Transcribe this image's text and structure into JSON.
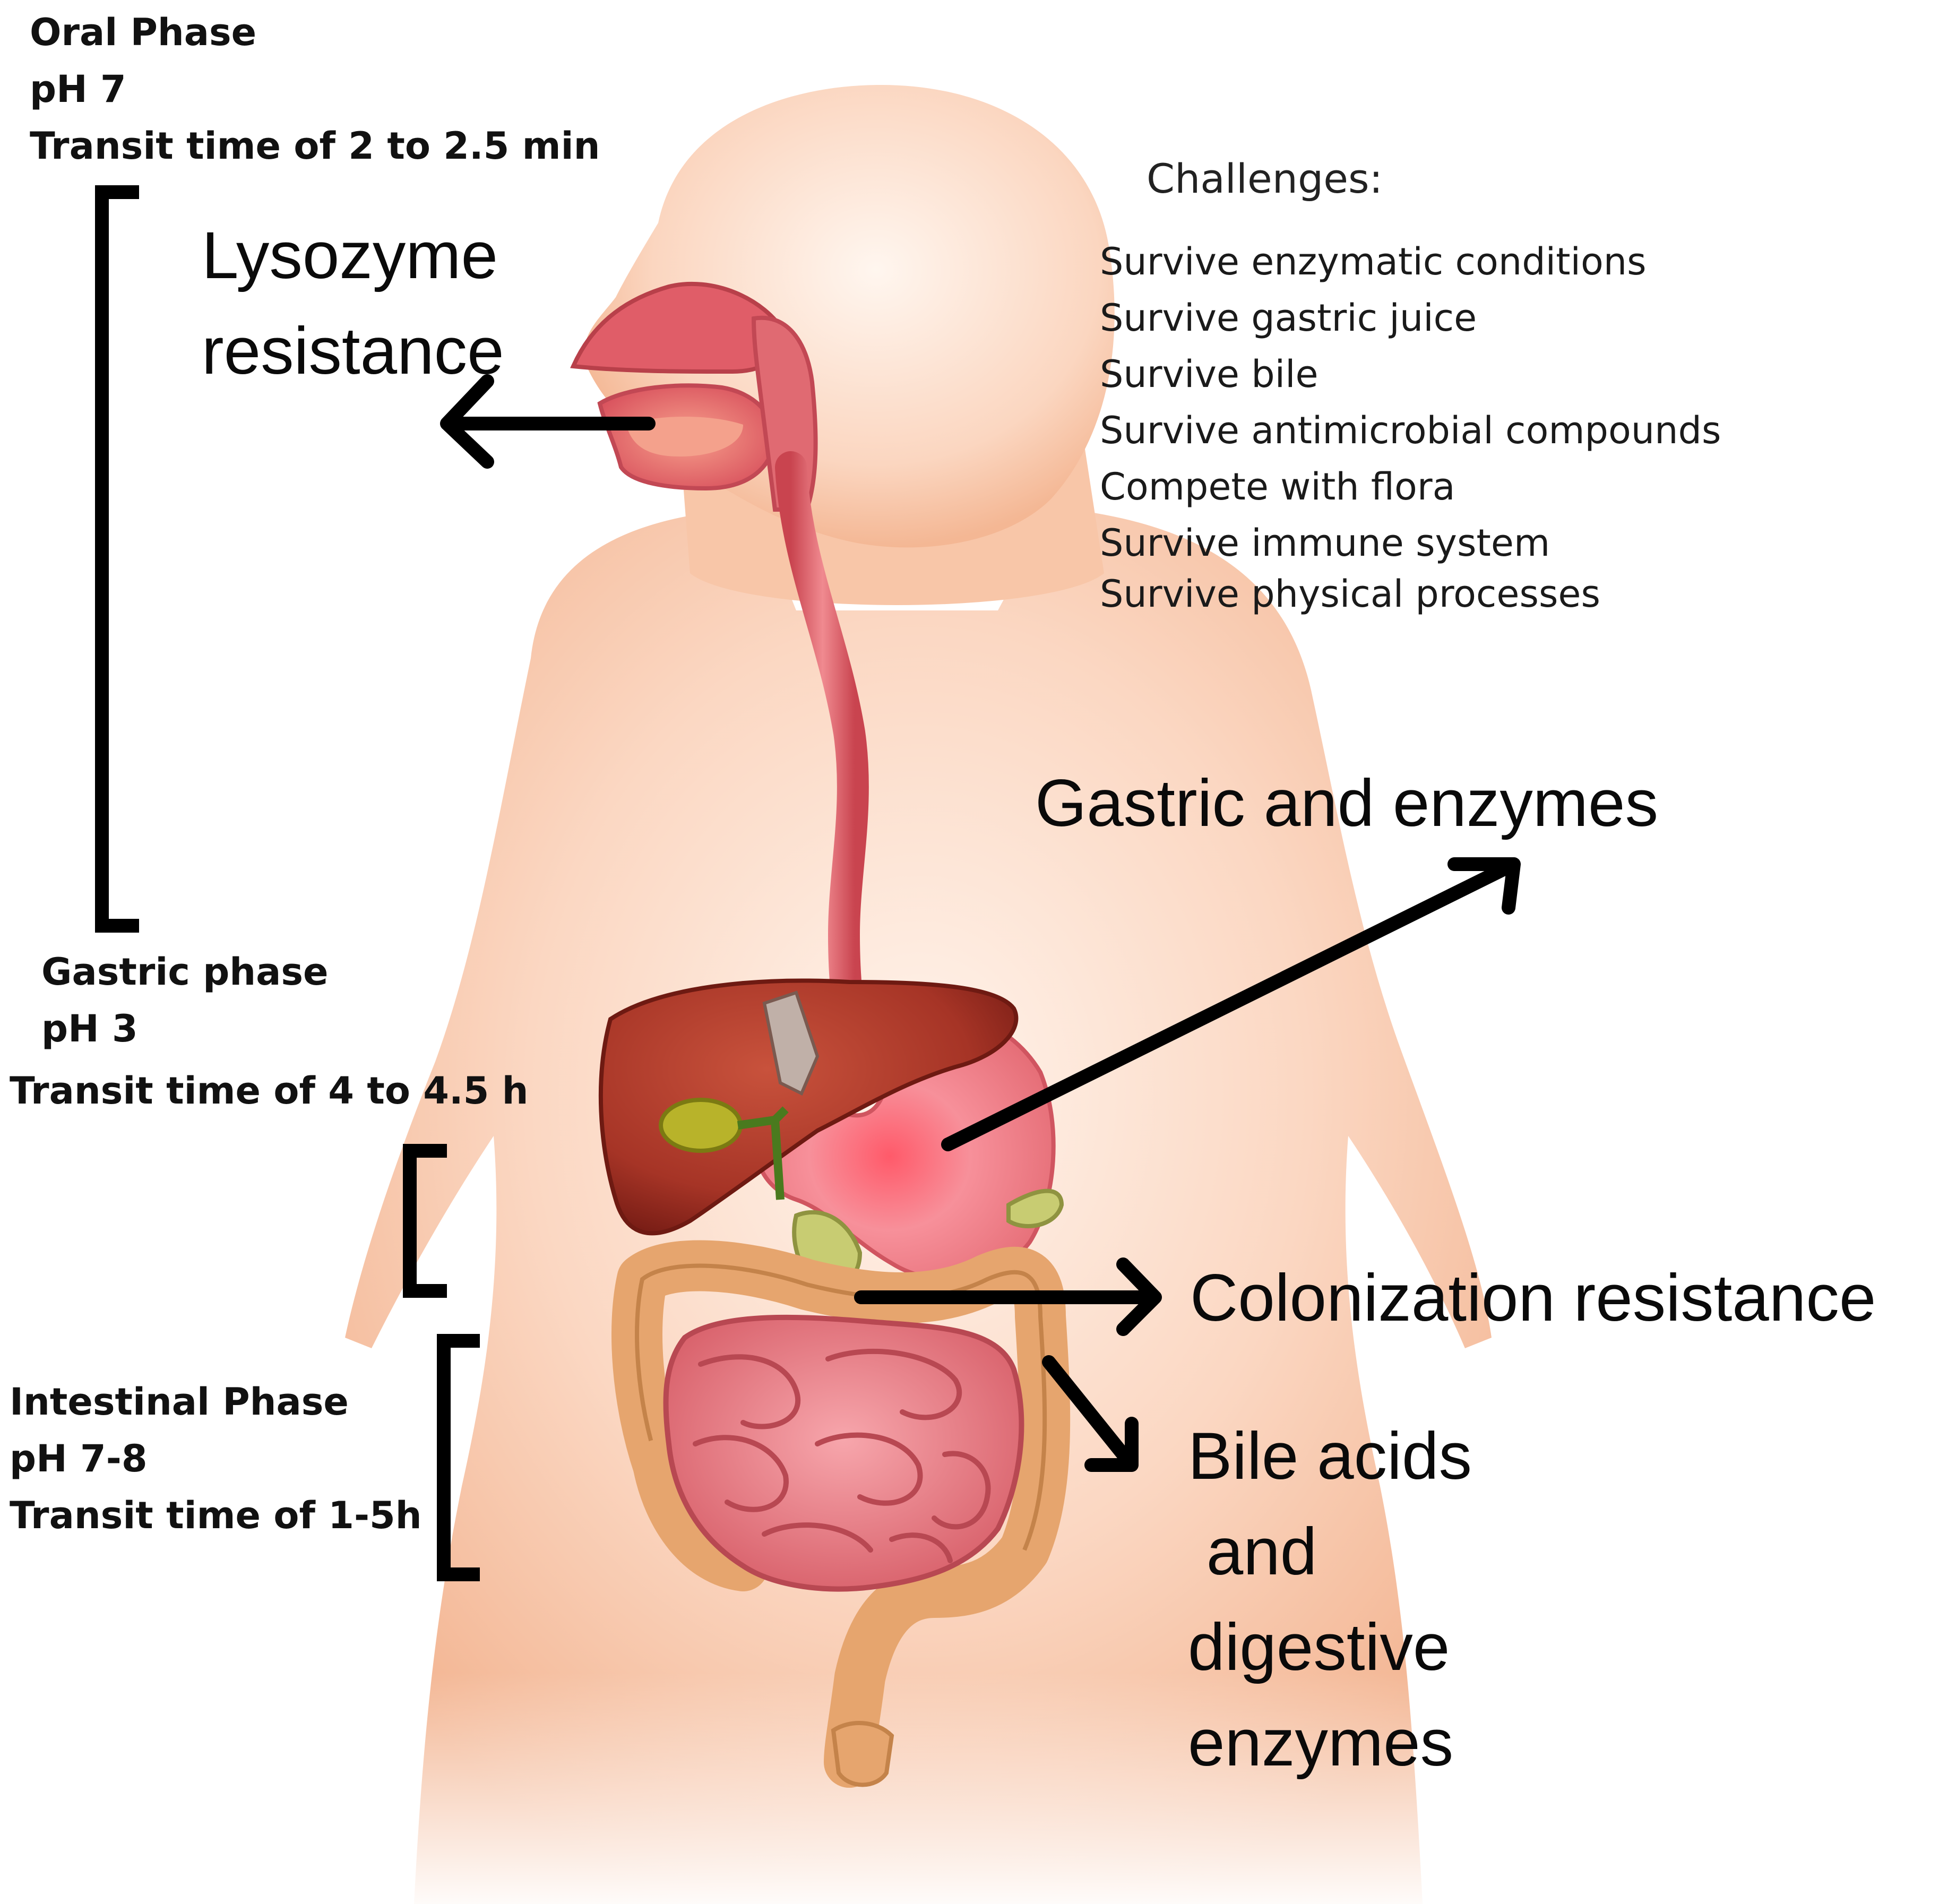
{
  "phases": {
    "oral": {
      "name": "Oral Phase",
      "ph": "pH 7",
      "transit": "Transit time of 2 to 2.5 min"
    },
    "gastric": {
      "name": "Gastric phase",
      "ph": "pH 3",
      "transit": "Transit time of 4 to 4.5 h"
    },
    "intestinal": {
      "name": "Intestinal Phase",
      "ph": "pH 7-8",
      "transit": "Transit time of 1-5h"
    }
  },
  "effects": {
    "lysozyme": [
      "Lysozyme",
      "resistance"
    ],
    "gastric": "Gastric and enzymes",
    "colonization": "Colonization resistance",
    "bile": [
      "Bile acids",
      " and",
      "digestive",
      "enzymes"
    ]
  },
  "challenges": {
    "title": "Challenges:",
    "items": [
      "Survive enzymatic conditions",
      "Survive gastric juice",
      "Survive bile",
      "Survive antimicrobial compounds",
      "Compete with flora",
      "Survive immune system",
      "Survive physical processes"
    ]
  },
  "colors": {
    "skin": "#f6c6a8",
    "skin_light": "#fde8da",
    "tract": "#e0616a",
    "liver": "#a93a2c",
    "stomach": "#f07f86",
    "colon": "#e8a672",
    "small_intestine": "#e98088",
    "gallbladder": "#b5b52a",
    "pancreas": "#c9cf7a",
    "ink": "#000000"
  }
}
